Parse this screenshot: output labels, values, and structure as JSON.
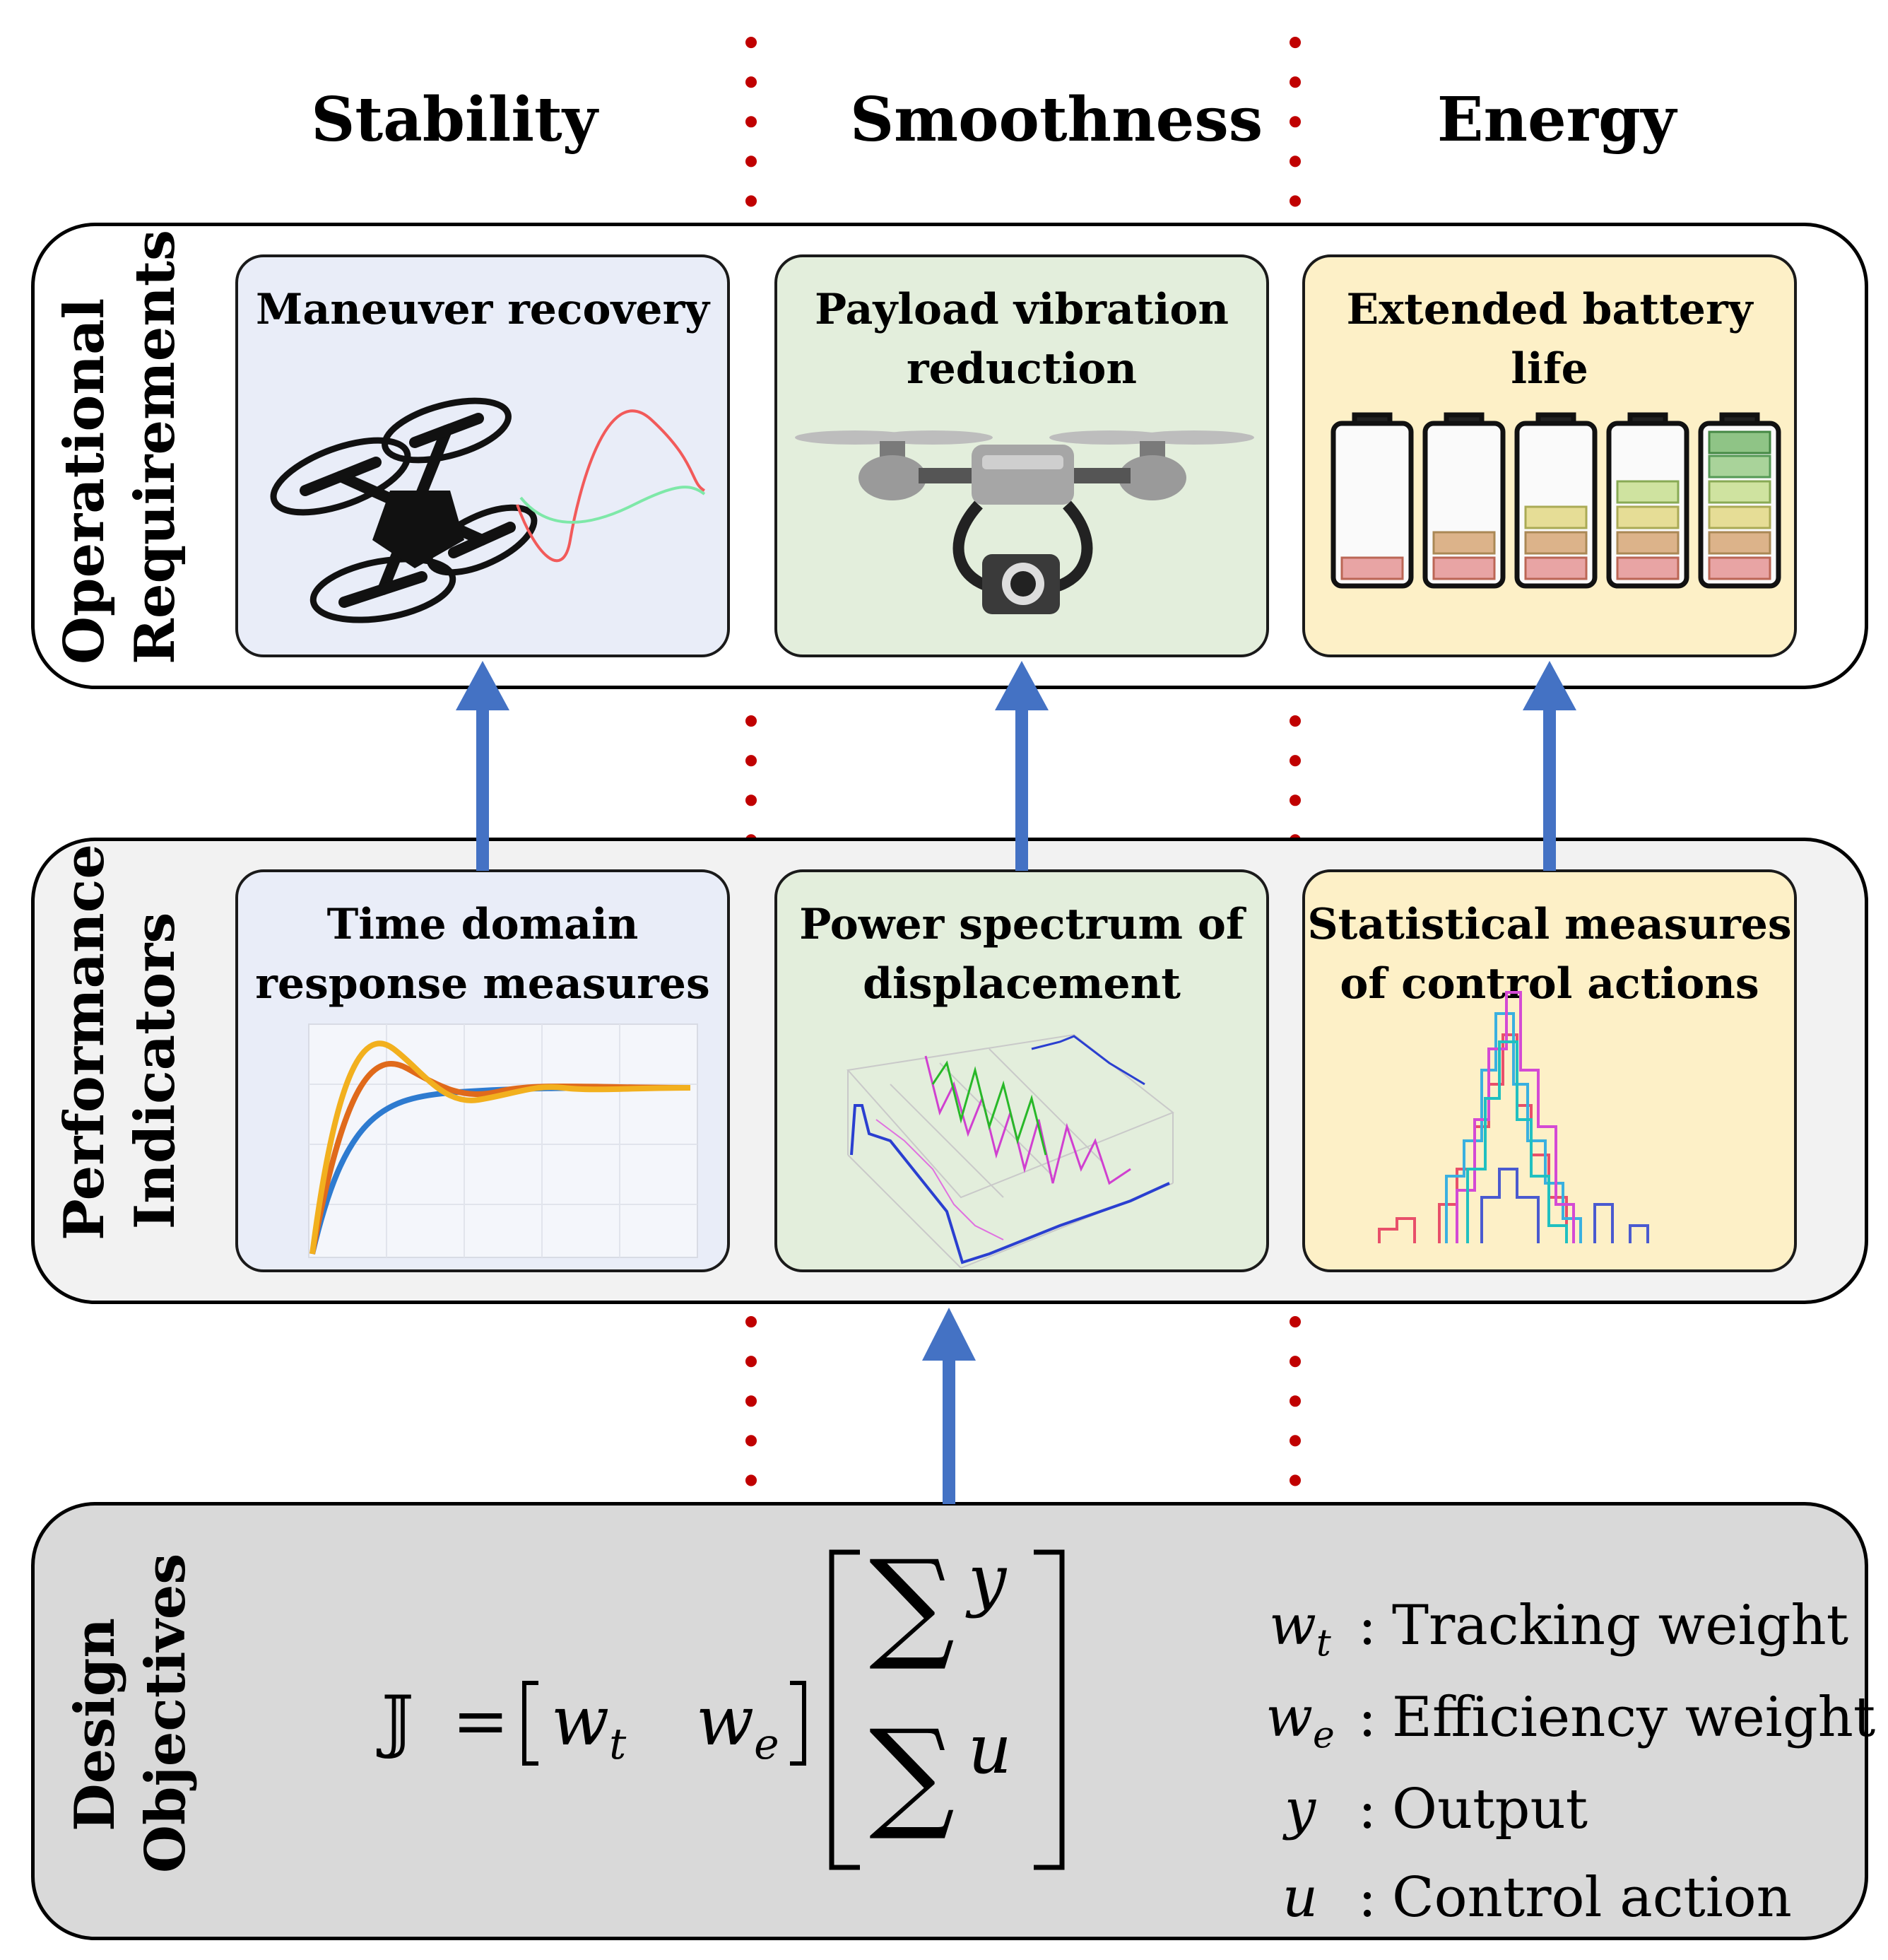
{
  "columns": [
    "Stability",
    "Smoothness",
    "Energy"
  ],
  "bands": {
    "operational": {
      "title_line1": "Operational",
      "title_line2": "Requirements"
    },
    "performance": {
      "title_line1": "Performance",
      "title_line2": "Indicators"
    },
    "design": {
      "title_line1": "Design",
      "title_line2": "Objectives"
    }
  },
  "operational_cards": [
    {
      "line1": "Maneuver recovery",
      "line2": ""
    },
    {
      "line1": "Payload vibration",
      "line2": "reduction"
    },
    {
      "line1": "Extended battery",
      "line2": "life"
    }
  ],
  "performance_cards": [
    {
      "line1": "Time domain",
      "line2": "response measures"
    },
    {
      "line1": "Power spectrum of",
      "line2": "displacement"
    },
    {
      "line1": "Statistical measures",
      "line2": "of control actions"
    }
  ],
  "formula": {
    "lhs": "𝕁",
    "equals": "=",
    "w_t": "w",
    "w_t_sub": "t",
    "w_e": "w",
    "w_e_sub": "e",
    "sum_symbol": "∑",
    "sum_y": "y",
    "sum_u": "u"
  },
  "legend": [
    {
      "symbol": "w",
      "sub": "t",
      "label": "Tracking weight"
    },
    {
      "symbol": "w",
      "sub": "e",
      "label": "Efficiency weight"
    },
    {
      "symbol": "y",
      "sub": "",
      "label": "Output"
    },
    {
      "symbol": "u",
      "sub": "",
      "label": "Control action"
    }
  ],
  "colors": {
    "arrow": "#4472c4",
    "divider": "#c00000",
    "card_blue": "#e9edf8",
    "card_green": "#e3eedc",
    "card_yellow": "#fdf0c7",
    "band_performance": "#f2f2f2",
    "band_design": "#d9d9d9"
  },
  "icons": [
    "drone-icon",
    "payload-drone-icon",
    "battery-icons",
    "step-response-chart-icon",
    "spectrum-3d-plot-icon",
    "histogram-icon"
  ]
}
